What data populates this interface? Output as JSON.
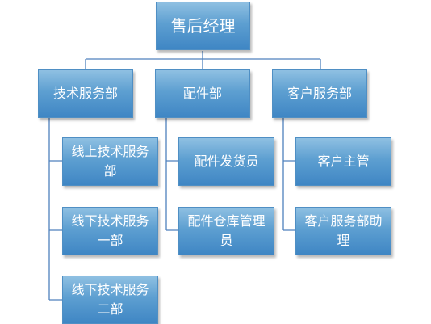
{
  "org": {
    "root": "售后经理",
    "departments": [
      {
        "name": "技术服务部",
        "units": [
          "线上技术服务部",
          "线下技术服务一部",
          "线下技术服务二部"
        ]
      },
      {
        "name": "配件部",
        "units": [
          "配件发货员",
          "配件仓库管理员"
        ]
      },
      {
        "name": "客户服务部",
        "units": [
          "客户主管",
          "客户服务部助理"
        ]
      }
    ]
  },
  "colors": {
    "box_top": "#8fc0e2",
    "box_bottom": "#3f86c4",
    "connector": "#4f81bd"
  }
}
